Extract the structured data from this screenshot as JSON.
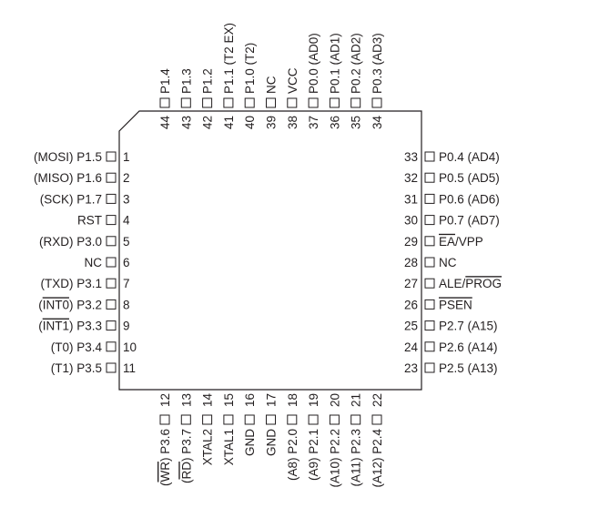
{
  "pins": {
    "left": [
      {
        "num": "1",
        "label": "(MOSI) P1.5"
      },
      {
        "num": "2",
        "label": "(MISO) P1.6"
      },
      {
        "num": "3",
        "label": "(SCK) P1.7"
      },
      {
        "num": "4",
        "label": "RST"
      },
      {
        "num": "5",
        "label": "(RXD) P3.0"
      },
      {
        "num": "6",
        "label": "NC"
      },
      {
        "num": "7",
        "label": "(TXD) P3.1"
      },
      {
        "num": "8",
        "pre": "(",
        "bar": "INT0",
        "post": ") P3.2"
      },
      {
        "num": "9",
        "pre": "(",
        "bar": "INT1",
        "post": ") P3.3"
      },
      {
        "num": "10",
        "label": "(T0) P3.4"
      },
      {
        "num": "11",
        "label": "(T1) P3.5"
      }
    ],
    "bottom": [
      {
        "num": "12",
        "pre": "(",
        "bar": "WR",
        "post": ") P3.6"
      },
      {
        "num": "13",
        "pre": "(",
        "bar": "RD",
        "post": ") P3.7"
      },
      {
        "num": "14",
        "label": "XTAL2"
      },
      {
        "num": "15",
        "label": "XTAL1"
      },
      {
        "num": "16",
        "label": "GND"
      },
      {
        "num": "17",
        "label": "GND"
      },
      {
        "num": "18",
        "label": "(A8) P2.0"
      },
      {
        "num": "19",
        "label": "(A9) P2.1"
      },
      {
        "num": "20",
        "label": "(A10) P2.2"
      },
      {
        "num": "21",
        "label": "(A11) P2.3"
      },
      {
        "num": "22",
        "label": "(A12) P2.4"
      }
    ],
    "right": [
      {
        "num": "23",
        "label": "P2.5 (A13)"
      },
      {
        "num": "24",
        "label": "P2.6 (A14)"
      },
      {
        "num": "25",
        "label": "P2.7 (A15)"
      },
      {
        "num": "26",
        "bar": "PSEN"
      },
      {
        "num": "27",
        "pre": "ALE/",
        "bar": "PROG"
      },
      {
        "num": "28",
        "label": "NC"
      },
      {
        "num": "29",
        "bar": "EA",
        "post": "/VPP"
      },
      {
        "num": "30",
        "label": "P0.7 (AD7)"
      },
      {
        "num": "31",
        "label": "P0.6 (AD6)"
      },
      {
        "num": "32",
        "label": "P0.5 (AD5)"
      },
      {
        "num": "33",
        "label": "P0.4 (AD4)"
      }
    ],
    "top": [
      {
        "num": "34",
        "label": "P0.3 (AD3)"
      },
      {
        "num": "35",
        "label": "P0.2 (AD2)"
      },
      {
        "num": "36",
        "label": "P0.1 (AD1)"
      },
      {
        "num": "37",
        "label": "P0.0 (AD0)"
      },
      {
        "num": "38",
        "label": "VCC"
      },
      {
        "num": "39",
        "label": "NC"
      },
      {
        "num": "40",
        "label": "P1.0 (T2)"
      },
      {
        "num": "41",
        "label": "P1.1 (T2 EX)"
      },
      {
        "num": "42",
        "label": "P1.2"
      },
      {
        "num": "43",
        "label": "P1.3"
      },
      {
        "num": "44",
        "label": "P1.4"
      }
    ]
  }
}
